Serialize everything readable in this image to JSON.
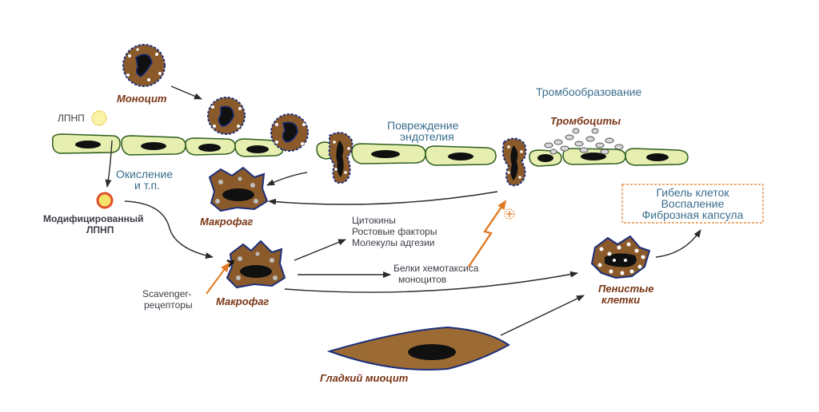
{
  "labels": {
    "monocyte": "Моноцит",
    "ldl": "ЛПНП",
    "oxidation_line1": "Окисление",
    "oxidation_line2": "и т.п.",
    "modified_ldl_line1": "Модифицированный",
    "modified_ldl_line2": "ЛПНП",
    "macrophage_top": "Макрофаг",
    "macrophage_main": "Макрофаг",
    "scavenger_line1": "Scavenger-",
    "scavenger_line2": "рецепторы",
    "endothelial_damage_line1": "Повреждение",
    "endothelial_damage_line2": "эндотелия",
    "thrombus_formation": "Тромбообразование",
    "platelets": "Тромбоциты",
    "cytokines": "Цитокины",
    "growth_factors": "Ростовые факторы",
    "adhesion_molecules": "Молекулы адгезии",
    "chemotaxis_line1": "Белки хемотаксиса",
    "chemotaxis_line2": "моноцитов",
    "foam_cells_line1": "Пенистые",
    "foam_cells_line2": "клетки",
    "smooth_myocyte": "Гладкий миоцит",
    "outcome_line1": "Гибель клеток",
    "outcome_line2": "Воспаление",
    "outcome_line3": "Фиброзная капсула"
  },
  "colors": {
    "cell_brown": "#8a5a2b",
    "cell_outline": "#1c2f7a",
    "nucleus": "#101010",
    "endothelium_fill": "#e6efb0",
    "endothelium_outline": "#2e5e1e",
    "arrow": "#2a2a2a",
    "orange_arrow": "#e07a22",
    "label_brown": "#7a3514",
    "label_teal": "#3a6e8e",
    "ldl_yellow": "#f5e26a",
    "modified_ldl_red": "#e0502a",
    "box_border": "#e07a22"
  }
}
